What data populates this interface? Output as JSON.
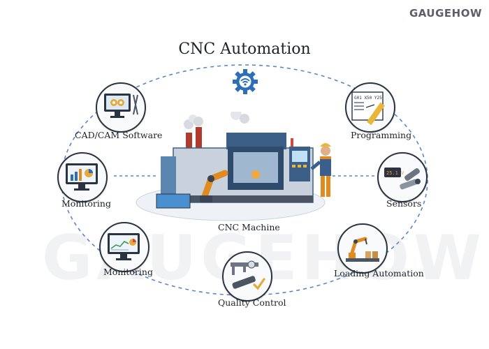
{
  "brand": "GAUGEHOW",
  "title": "CNC Automation",
  "watermark": "GAUGEHOW",
  "center_label": "CNC Machine",
  "nodes": {
    "cad_cam": "CAD/CAM Software",
    "programming": "Programming",
    "monitoring_top": "Monitoring",
    "sensors": "Sensors",
    "monitoring_bottom": "Monitoring",
    "loading": "Loading Automation",
    "quality": "Quality Control"
  },
  "programming_code": "G01 X50 Y25",
  "sensor_readout": "25.1 V",
  "icons": [
    "gear-wifi-icon",
    "cad-monitor-icon",
    "code-sheet-icon",
    "dashboard-monitor-icon",
    "sensor-icon",
    "chart-monitor-icon",
    "robot-arm-icon",
    "caliper-icon"
  ],
  "colors": {
    "dash": "#5b86c6",
    "machine": "#3b5f86",
    "robot": "#e08a1f",
    "accent": "#2d6fb7"
  }
}
